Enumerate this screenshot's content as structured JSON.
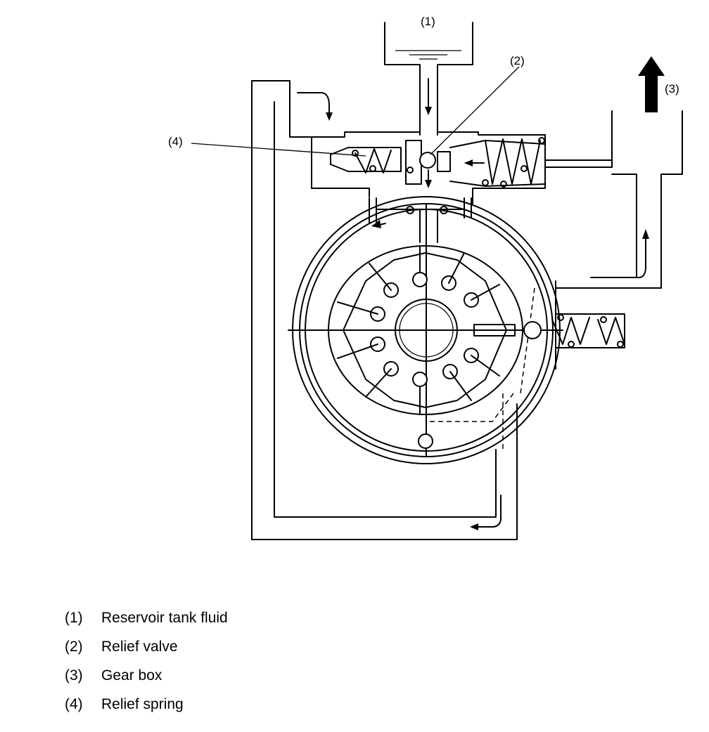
{
  "callouts": {
    "c1": "(1)",
    "c2": "(2)",
    "c3": "(3)",
    "c4": "(4)"
  },
  "legend": [
    {
      "num": "(1)",
      "label": "Reservoir tank fluid"
    },
    {
      "num": "(2)",
      "label": "Relief valve"
    },
    {
      "num": "(3)",
      "label": "Gear box"
    },
    {
      "num": "(4)",
      "label": "Relief spring"
    }
  ]
}
